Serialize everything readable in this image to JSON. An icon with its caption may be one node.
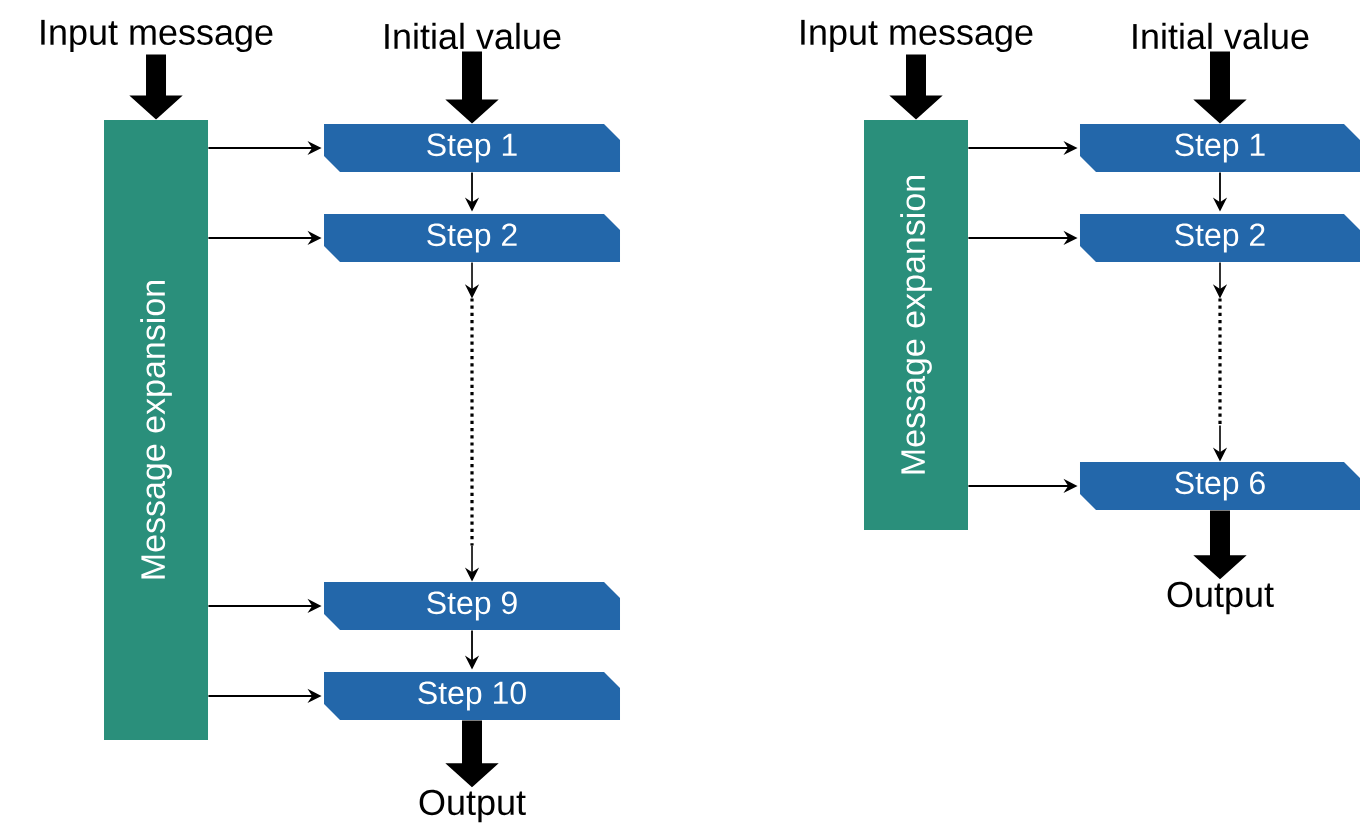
{
  "diagram": {
    "nodes": [
      {
        "text": [
          "Input message"
        ]
      },
      {
        "text": [
          "Initial value"
        ]
      },
      {
        "text": [
          "Message expansion"
        ]
      },
      {
        "text": [
          "Step 1"
        ]
      },
      {
        "text": [
          "Step 2"
        ]
      },
      {
        "text": [
          "Step 9"
        ]
      },
      {
        "text": [
          "Step 10"
        ]
      },
      {
        "text": [
          "Output"
        ]
      },
      {
        "text": [
          "Input message"
        ]
      },
      {
        "text": [
          "Initial value"
        ]
      },
      {
        "text": [
          "Message expansion"
        ]
      },
      {
        "text": [
          "Step 1"
        ]
      },
      {
        "text": [
          "Step 2"
        ]
      },
      {
        "text": [
          "Step 6"
        ]
      },
      {
        "text": [
          "Output"
        ]
      }
    ],
    "edges": [
      {
        "from": 0,
        "to": 2,
        "arrow": "to",
        "style": "thick"
      },
      {
        "from": 1,
        "to": 3,
        "arrow": "to",
        "style": "thick"
      },
      {
        "from": 2,
        "to": 3,
        "arrow": "to"
      },
      {
        "from": 2,
        "to": 4,
        "arrow": "to"
      },
      {
        "from": 2,
        "to": 5,
        "arrow": "to"
      },
      {
        "from": 2,
        "to": 6,
        "arrow": "to"
      },
      {
        "from": 3,
        "to": 4,
        "arrow": "to"
      },
      {
        "from": 4,
        "to": 5,
        "arrow": "to",
        "style": "dashed"
      },
      {
        "from": 5,
        "to": 6,
        "arrow": "to"
      },
      {
        "from": 6,
        "to": 7,
        "arrow": "to",
        "style": "thick"
      },
      {
        "from": 8,
        "to": 10,
        "arrow": "to",
        "style": "thick"
      },
      {
        "from": 9,
        "to": 11,
        "arrow": "to",
        "style": "thick"
      },
      {
        "from": 10,
        "to": 11,
        "arrow": "to"
      },
      {
        "from": 10,
        "to": 12,
        "arrow": "to"
      },
      {
        "from": 10,
        "to": 13,
        "arrow": "to"
      },
      {
        "from": 11,
        "to": 12,
        "arrow": "to"
      },
      {
        "from": 12,
        "to": 13,
        "arrow": "to",
        "style": "dashed"
      },
      {
        "from": 13,
        "to": 14,
        "arrow": "to",
        "style": "thick"
      }
    ]
  }
}
